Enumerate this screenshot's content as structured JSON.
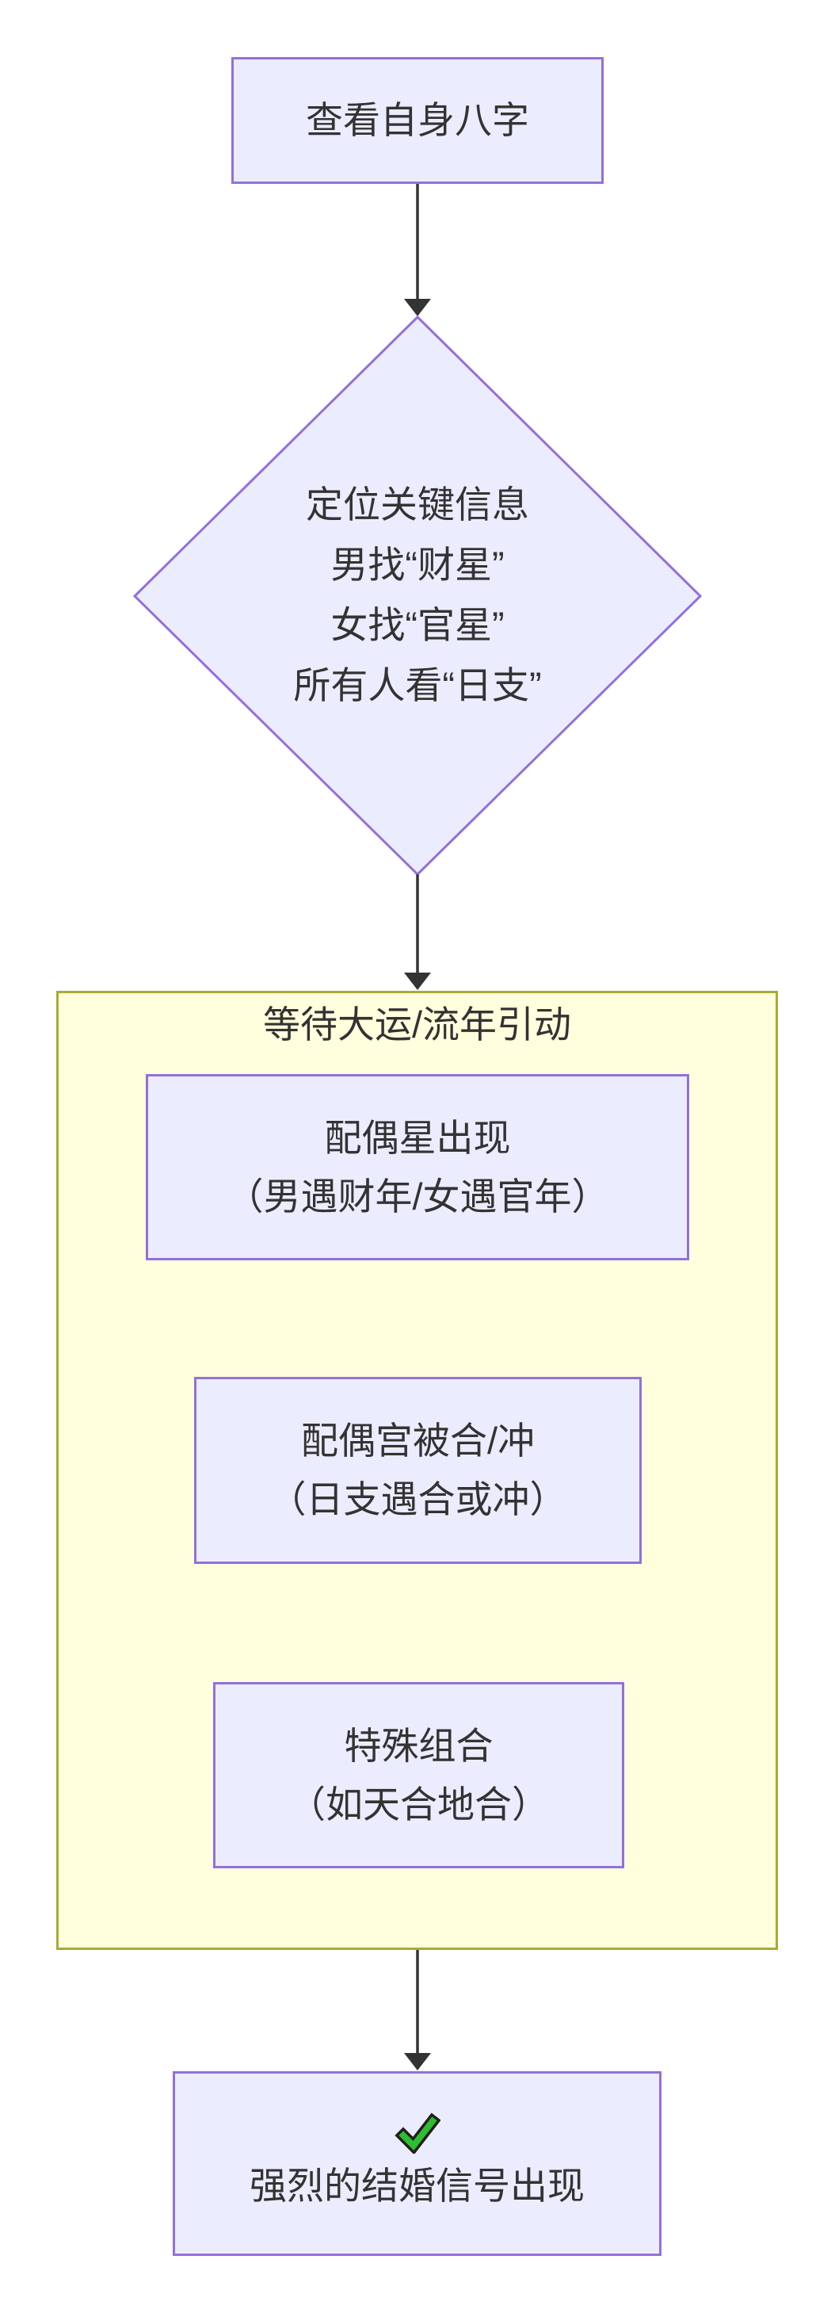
{
  "diagram": {
    "start": "查看自身八字",
    "decision": "定位关键信息\n男找“财星”\n女找“官星”\n所有人看“日支”",
    "stage": {
      "title": "等待大运/流年引动",
      "items": [
        "配偶星出现\n（男遇财年/女遇官年）",
        "配偶宫被合/冲\n（日支遇合或冲）",
        "特殊组合\n（如天合地合）"
      ]
    },
    "result": "强烈的结婚信号出现"
  },
  "icons": {
    "check": "check-icon"
  },
  "colors": {
    "node_fill": "#ECECFF",
    "node_border": "#9370DB",
    "stage_fill": "#FFFFDE",
    "stage_border": "#AAAA33",
    "text": "#333333",
    "edge": "#333333",
    "check_green": "#2EBD2E",
    "check_outline": "#1F1F1F"
  }
}
